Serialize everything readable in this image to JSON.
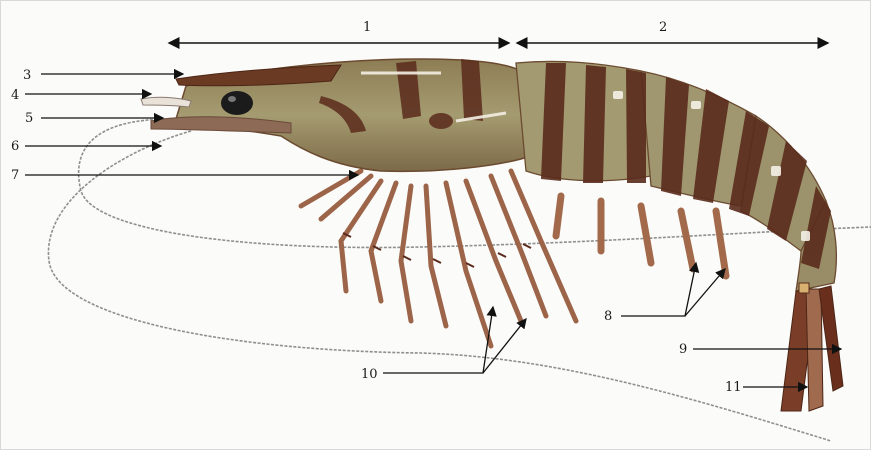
{
  "diagram": {
    "labels": [
      {
        "id": "1",
        "text": "1"
      },
      {
        "id": "2",
        "text": "2"
      },
      {
        "id": "3",
        "text": "3"
      },
      {
        "id": "4",
        "text": "4"
      },
      {
        "id": "5",
        "text": "5"
      },
      {
        "id": "6",
        "text": "6"
      },
      {
        "id": "7",
        "text": "7"
      },
      {
        "id": "8",
        "text": "8"
      },
      {
        "id": "9",
        "text": "9"
      },
      {
        "id": "10",
        "text": "10"
      },
      {
        "id": "11",
        "text": "11"
      }
    ]
  },
  "colors": {
    "body_base": "#9a8f6a",
    "band_dark": "#5a2b1c",
    "band_mid": "#8a4a30",
    "leg": "#a06a4e",
    "line": "#111111",
    "antenna": "#8a8a8a"
  }
}
